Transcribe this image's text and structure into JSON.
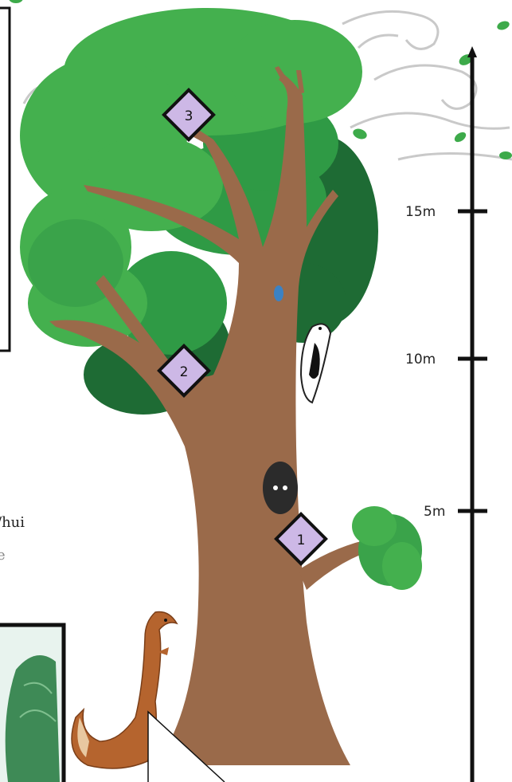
{
  "left_text": {
    "line1": "/hui",
    "line2": "e"
  },
  "height_scale": {
    "unit": "m",
    "ticks": [
      {
        "label": "15m",
        "value": 15
      },
      {
        "label": "10m",
        "value": 10
      },
      {
        "label": "5m",
        "value": 5
      }
    ]
  },
  "markers": [
    {
      "number": "1"
    },
    {
      "number": "2"
    },
    {
      "number": "3"
    }
  ],
  "colors": {
    "trunk": "#9a6a4a",
    "canopy_light": "#44b04e",
    "canopy_mid": "#2f9a45",
    "canopy_dark": "#1e6b34",
    "marker_fill": "#cdb8e6",
    "ink": "#111111"
  }
}
